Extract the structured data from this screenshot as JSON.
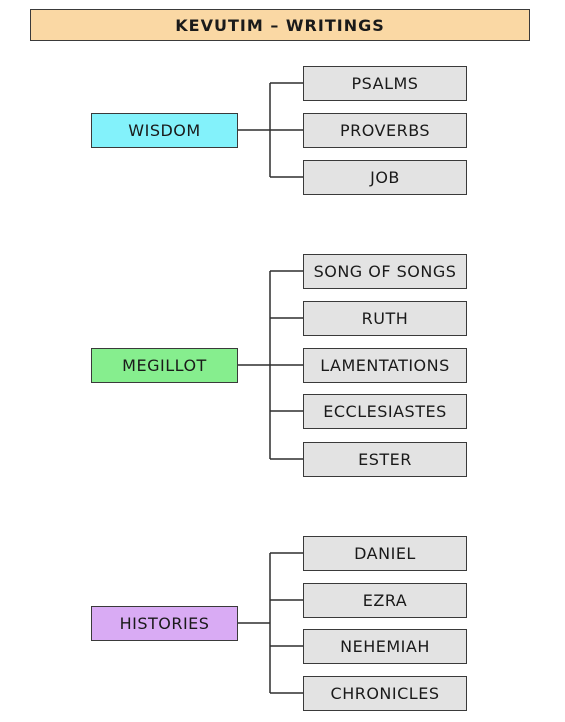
{
  "title": "KEVUTIM – WRITINGS",
  "groups": [
    {
      "label": "WISDOM",
      "color": "#83f2fb",
      "books": [
        "PSALMS",
        "PROVERBS",
        "JOB"
      ]
    },
    {
      "label": "MEGILLOT",
      "color": "#86ee8e",
      "books": [
        "SONG OF SONGS",
        "RUTH",
        "LAMENTATIONS",
        "ECCLESIASTES",
        "ESTER"
      ]
    },
    {
      "label": "HISTORIES",
      "color": "#d9abf4",
      "books": [
        "DANIEL",
        "EZRA",
        "NEHEMIAH",
        "CHRONICLES"
      ]
    }
  ],
  "colors": {
    "title_background": "#fad8a4",
    "book_background": "#e3e3e3",
    "border": "#3a3a3a"
  }
}
